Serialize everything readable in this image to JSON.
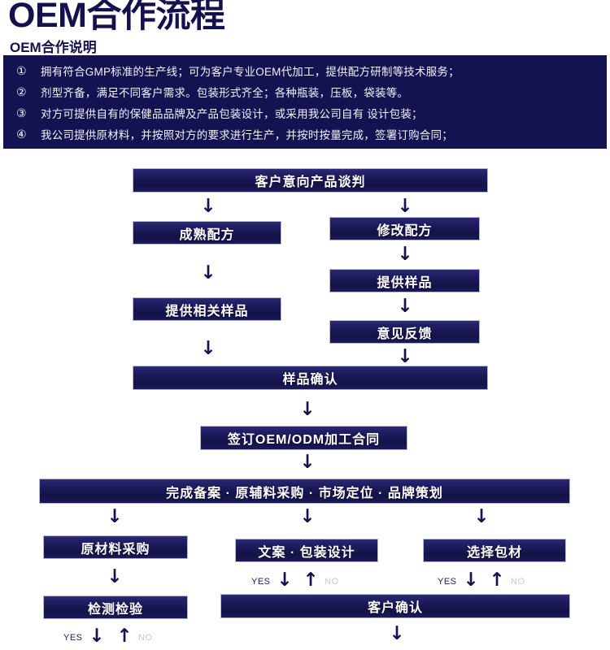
{
  "header": {
    "title": "OEM合作流程",
    "subtitle": "OEM合作说明",
    "panel_bg": "#141352",
    "notes": [
      {
        "num": "①",
        "text": "拥有符合GMP标准的生产线；可为客户专业OEM代加工，提供配方研制等技术服务；"
      },
      {
        "num": "②",
        "text": "剂型齐备，满足不同客户需求。包装形式齐全；各种瓶装，压板，袋装等。"
      },
      {
        "num": "③",
        "text": "对方可提供自有的保健品品牌及产品包装设计，或采用我公司自有 设计包装；"
      },
      {
        "num": "④",
        "text": "我公司提供原材料，并按照对方的要求进行生产，并按时按量完成，签署订购合同；"
      }
    ]
  },
  "flow": {
    "box_fill_top": "#2b2a75",
    "box_fill_mid": "#181752",
    "box_border": "#b9b9c9",
    "arrow_color": "#14124c",
    "boxes": [
      {
        "id": "customer-intent",
        "label": "客户意向产品谈判"
      },
      {
        "id": "mature-formula",
        "label": "成熟配方"
      },
      {
        "id": "modify-formula",
        "label": "修改配方"
      },
      {
        "id": "provide-sample",
        "label": "提供样品"
      },
      {
        "id": "provide-related-sample",
        "label": "提供相关样品"
      },
      {
        "id": "feedback",
        "label": "意见反馈"
      },
      {
        "id": "sample-confirm",
        "label": "样品确认"
      },
      {
        "id": "sign-contract",
        "label": "签订OEM/ODM加工合同"
      },
      {
        "id": "record-purchase-market-brand",
        "label": "完成备案 · 原辅料采购 · 市场定位 · 品牌策划"
      },
      {
        "id": "raw-material-purchase",
        "label": "原材料采购"
      },
      {
        "id": "copy-package-design",
        "label": "文案 · 包装设计"
      },
      {
        "id": "select-packaging",
        "label": "选择包材"
      },
      {
        "id": "inspection",
        "label": "检测检验"
      },
      {
        "id": "customer-confirm",
        "label": "客户确认"
      }
    ],
    "decision_labels": {
      "yes": "YES",
      "no": "NO"
    },
    "arrow_down_glyph": "↓",
    "arrow_up_glyph": "↑"
  }
}
